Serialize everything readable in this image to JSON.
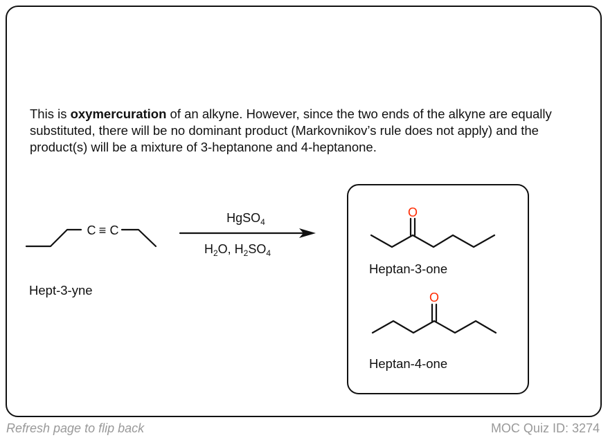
{
  "explanation": {
    "prefix": "This is ",
    "bold": "oxymercuration",
    "suffix": " of an alkyne. However, since the two ends of the alkyne are equally substituted, there will be no dominant product (Markovnikov’s rule does not apply) and the product(s) will be a mixture of 3-heptanone and 4-heptanone."
  },
  "reaction": {
    "reactant_label": "Hept-3-yne",
    "reactant_atoms": {
      "c1": "C",
      "c2": "C",
      "triple_bond": "≡"
    },
    "reagent_above": {
      "base": "HgSO",
      "sub": "4"
    },
    "reagent_below": {
      "p1": "H",
      "s1": "2",
      "p2": "O, H",
      "s2": "2",
      "p3": "SO",
      "s3": "4"
    },
    "products": [
      {
        "label": "Heptan-3-one",
        "oxygen": "O"
      },
      {
        "label": "Heptan-4-one",
        "oxygen": "O"
      }
    ],
    "oxygen_color": "#ff2a00"
  },
  "footer": {
    "flip_hint": "Refresh page to flip back",
    "quiz_id": "MOC Quiz ID: 3274"
  }
}
